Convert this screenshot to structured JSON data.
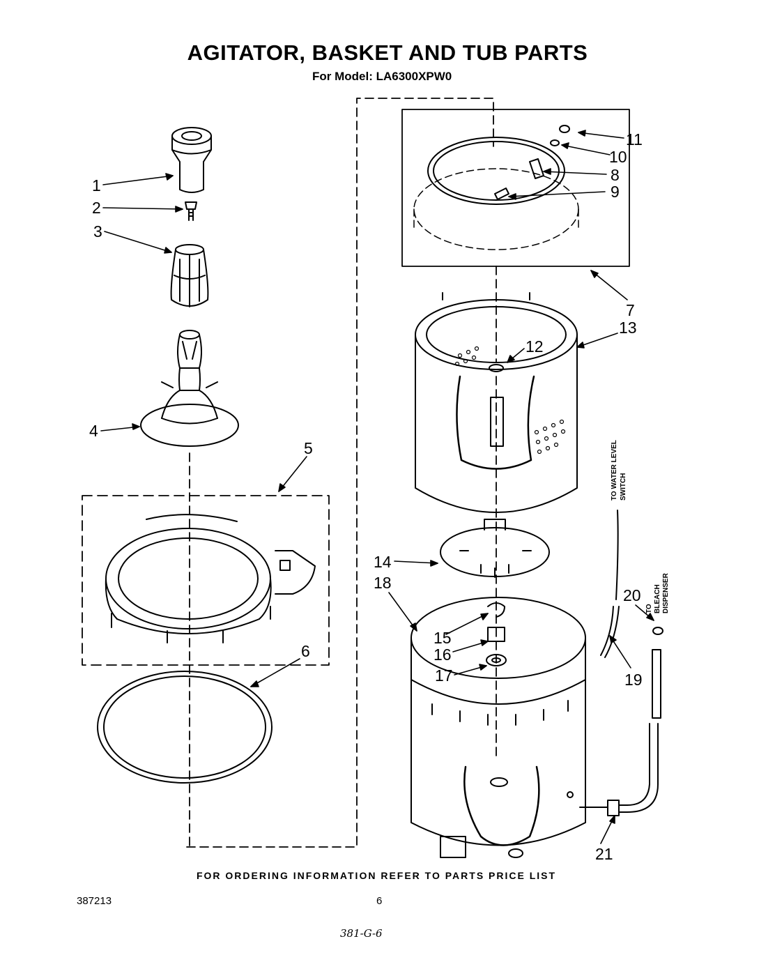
{
  "header": {
    "title": "AGITATOR, BASKET AND TUB PARTS",
    "subtitle": "For Model: LA6300XPW0"
  },
  "footer": {
    "ordering_note": "FOR ORDERING INFORMATION REFER TO PARTS PRICE LIST",
    "document_number": "387213",
    "page_number": "6",
    "handwritten_note": "381-G-6"
  },
  "callouts": [
    "1",
    "2",
    "3",
    "4",
    "5",
    "6",
    "7",
    "8",
    "9",
    "10",
    "11",
    "12",
    "13",
    "14",
    "15",
    "16",
    "17",
    "18",
    "19",
    "20",
    "21"
  ],
  "hose_labels": {
    "water_level_line1": "TO WATER LEVEL",
    "water_level_line2": "SWITCH",
    "bleach_line1": "TO",
    "bleach_line2": "BLEACH",
    "bleach_line3": "DISPENSER"
  }
}
